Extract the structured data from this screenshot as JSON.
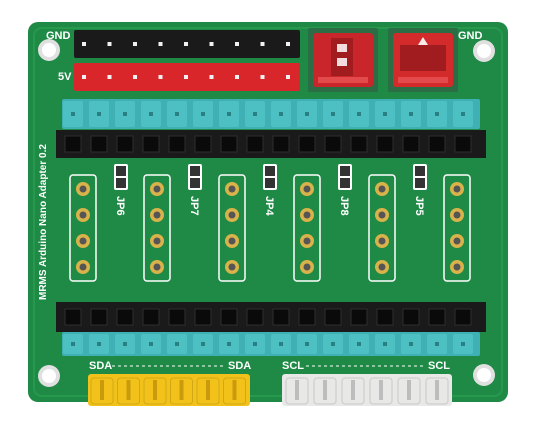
{
  "board": {
    "vertical_label": "MRMS Arduino Nano Adapter 0.2",
    "gnd_left": "GND",
    "gnd_right": "GND",
    "v5_label": "5V",
    "sda_left": "SDA",
    "sda_right": "SDA",
    "scl_left": "SCL",
    "scl_right": "SCL",
    "jumpers": [
      "JP6",
      "JP7",
      "JP4",
      "JP8",
      "JP5"
    ],
    "colors": {
      "pcb": "#1f8a45",
      "pcb_dark": "#15753a",
      "header_black": "#1a1a1a",
      "header_red": "#d8262b",
      "header_teal": "#3fb0b3",
      "connector_red": "#d32a2c",
      "connector_yellow": "#f2c21a",
      "connector_white": "#e8e8e6",
      "pin_gold": "#d9b24a"
    }
  }
}
